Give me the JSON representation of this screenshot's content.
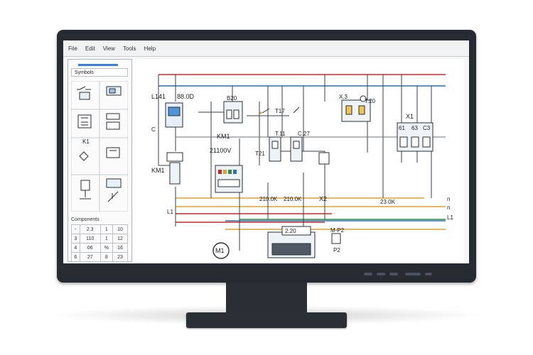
{
  "menu": [
    "File",
    "Edit",
    "View",
    "Tools",
    "Help"
  ],
  "symbols_panel": {
    "title": "Symbols",
    "symbol_labels": [
      "K1"
    ]
  },
  "components_panel": {
    "title": "Components",
    "rows": [
      [
        "-",
        "2.3",
        "1",
        "10"
      ],
      [
        "3",
        "110",
        "1",
        "12"
      ],
      [
        "4",
        "06",
        "%",
        "16"
      ],
      [
        "6",
        "27",
        "8",
        "23"
      ]
    ]
  },
  "schematic": {
    "labels": {
      "l141": "L141",
      "b80d": "88.0D",
      "b20": "B20",
      "km1_top": "KM1",
      "km1_left": "KM1",
      "t20": "T.20",
      "x1": "X1",
      "t17": "T17",
      "t11": "T.11",
      "c27": "C.27",
      "a21100": "21100V",
      "t21": "T21",
      "v2100k_a": "210.0K",
      "v2100k_b": "210.0K",
      "x2": "X2",
      "v230k": "23.0K",
      "l1": "L1",
      "m1": "M1",
      "v2_20": "2.20",
      "p2a": "M-P2",
      "p2b": "P2",
      "ct1": "61",
      "ct2": "63",
      "ct3": "C3",
      "x3": "X.3",
      "c_small": "C",
      "n1": "n",
      "n2": "n",
      "l_end": "L1"
    }
  }
}
